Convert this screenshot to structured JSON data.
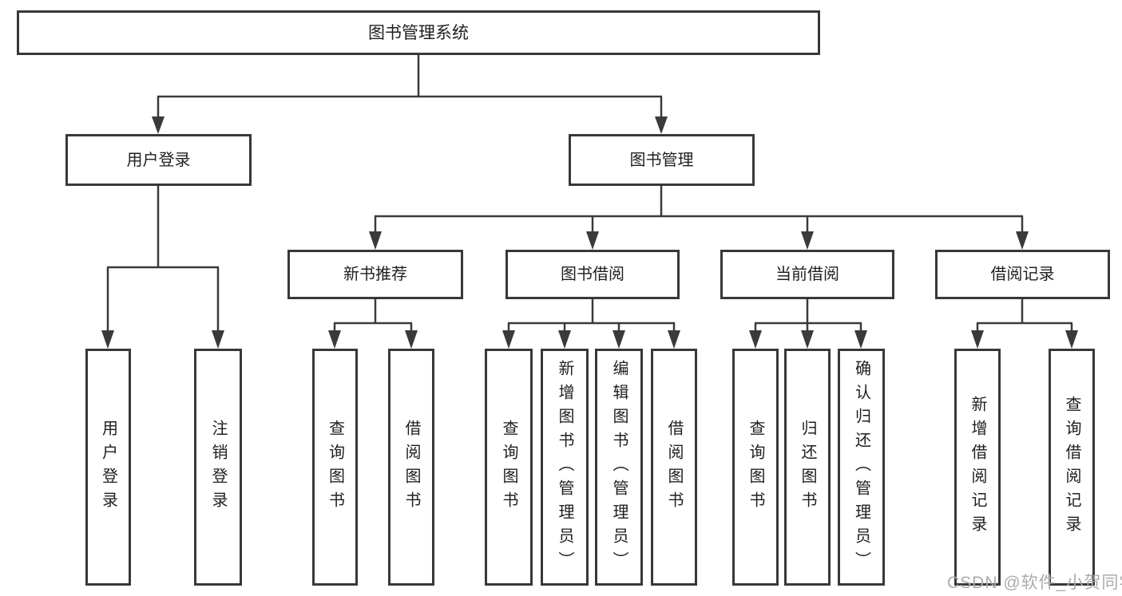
{
  "tree": {
    "root": "图书管理系统",
    "branches": [
      {
        "label": "用户登录",
        "leaves": [
          "用户登录",
          "注销登录"
        ]
      },
      {
        "label": "图书管理",
        "groups": [
          {
            "label": "新书推荐",
            "leaves": [
              "查询图书",
              "借阅图书"
            ]
          },
          {
            "label": "图书借阅",
            "leaves": [
              "查询图书",
              "新增图书（管理员）",
              "编辑图书（管理员）",
              "借阅图书"
            ]
          },
          {
            "label": "当前借阅",
            "leaves": [
              "查询图书",
              "归还图书",
              "确认归还（管理员）"
            ]
          },
          {
            "label": "借阅记录",
            "leaves": [
              "新增借阅记录",
              "查询借阅记录"
            ]
          }
        ]
      }
    ]
  },
  "watermark": {
    "text": "CSDN @软件_小贺同学"
  },
  "colors": {
    "line": "#3a3a3a",
    "border": "#383838",
    "text": "#1f1f1f",
    "watermark": "#ababab",
    "background": "#ffffff"
  }
}
